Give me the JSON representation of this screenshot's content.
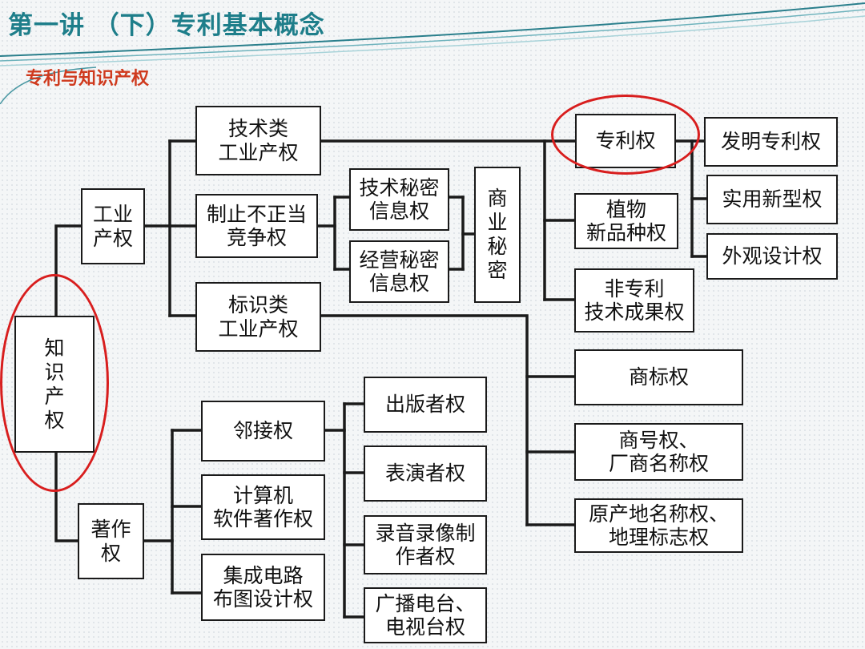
{
  "header": {
    "title": "第一讲 （下）专利基本概念",
    "subtitle": "专利与知识产权"
  },
  "nodes": {
    "root": "知\n识\n产\n权",
    "industrial": "工业\n产权",
    "copyright": "著作\n权",
    "tech_industrial": "技术类\n工业产权",
    "unfair_competition": "制止不正当\n竞争权",
    "mark_industrial": "标识类\n工业产权",
    "tech_secret": "技术秘密\n信息权",
    "business_secret": "经营秘密\n信息权",
    "trade_secret": "商\n业\n秘\n密",
    "patent": "专利权",
    "plant_variety": "植物\n新品种权",
    "non_patent_tech": "非专利\n技术成果权",
    "invention_patent": "发明专利权",
    "utility_model": "实用新型权",
    "design": "外观设计权",
    "trademark": "商标权",
    "trade_name": "商号权、\n厂商名称权",
    "geo_indication": "原产地名称权、\n地理标志权",
    "neighboring": "邻接权",
    "software_copyright": "计算机\n软件著作权",
    "ic_layout": "集成电路\n布图设计权",
    "publisher": "出版者权",
    "performer": "表演者权",
    "recording": "录音录像制\n作者权",
    "broadcasting": "广播电台、\n电视台权"
  },
  "colors": {
    "title": "#1e7e8a",
    "subtitle": "#cf3a1e",
    "highlight": "#d81e1e",
    "line": "#1a1a1a"
  }
}
